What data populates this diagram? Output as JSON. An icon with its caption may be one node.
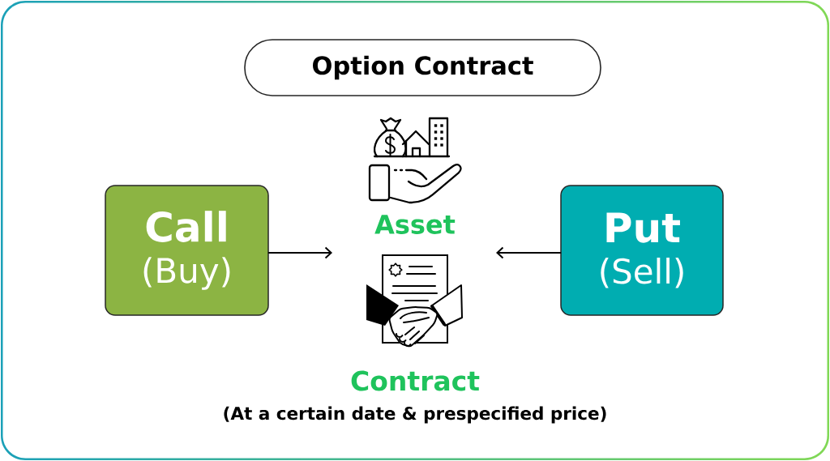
{
  "diagram": {
    "title": "Option Contract",
    "nodes": [
      {
        "text": [
          "Call",
          "(Buy)"
        ]
      },
      {
        "text": [
          "Put",
          "(Sell)"
        ]
      }
    ],
    "edges": [
      {
        "from": 0,
        "to": null,
        "arrow": "to"
      },
      {
        "from": 1,
        "to": null,
        "arrow": "to"
      }
    ],
    "labels": [
      "Asset",
      "Contract",
      "(At a certain date & prespecified price)"
    ]
  }
}
